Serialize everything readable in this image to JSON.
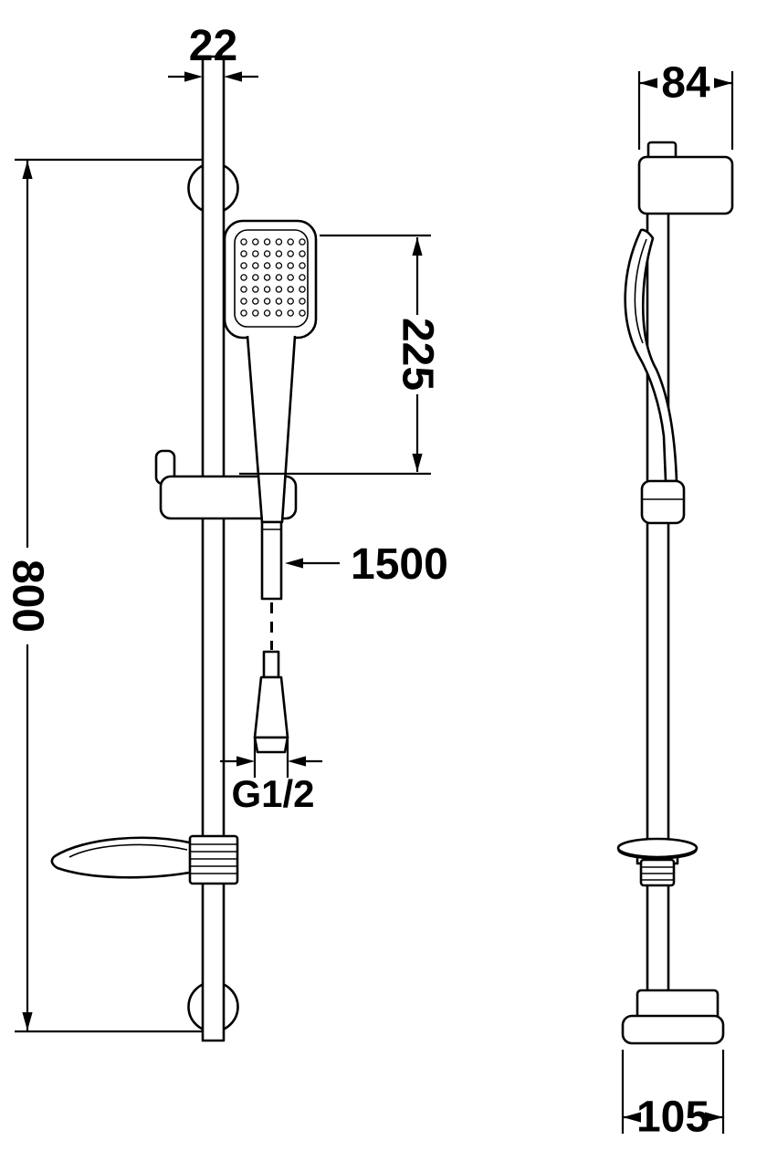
{
  "colors": {
    "line": "#000000",
    "background": "#ffffff"
  },
  "front_view": {
    "rail_width": "22",
    "rail_length": "800",
    "handset_height": "225",
    "hose_length": "1500",
    "thread_size": "G1/2"
  },
  "side_view": {
    "upper_bracket_width": "84",
    "lower_bracket_width": "105"
  }
}
